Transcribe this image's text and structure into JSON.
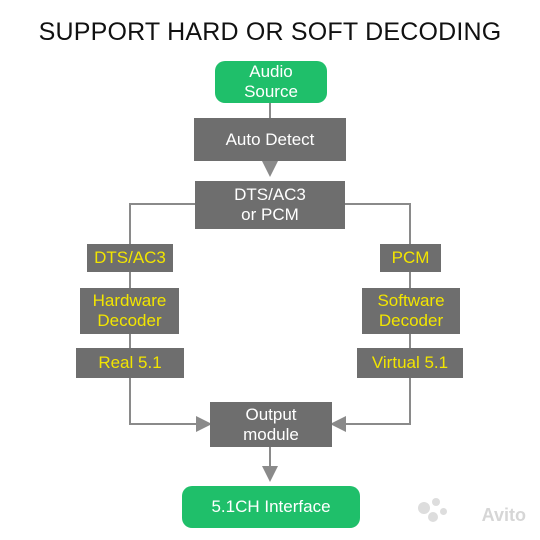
{
  "title": "SUPPORT HARD OR SOFT DECODING",
  "nodes": {
    "audio_source": "Audio\nSource",
    "auto_detect": "Auto Detect",
    "dts_or_pcm": "DTS/AC3\nor PCM",
    "left_dts": "DTS/AC3",
    "hardware_decoder": "Hardware\nDecoder",
    "real_51": "Real 5.1",
    "right_pcm": "PCM",
    "software_decoder": "Software\nDecoder",
    "virtual_51": "Virtual 5.1",
    "output_module": "Output\nmodule",
    "interface": "5.1CH Interface"
  },
  "watermark": "Avito",
  "colors": {
    "green": "#1fbf6a",
    "grey": "#6e6e6e",
    "yellow_text": "#f2e500",
    "line": "#8a8a8a"
  }
}
